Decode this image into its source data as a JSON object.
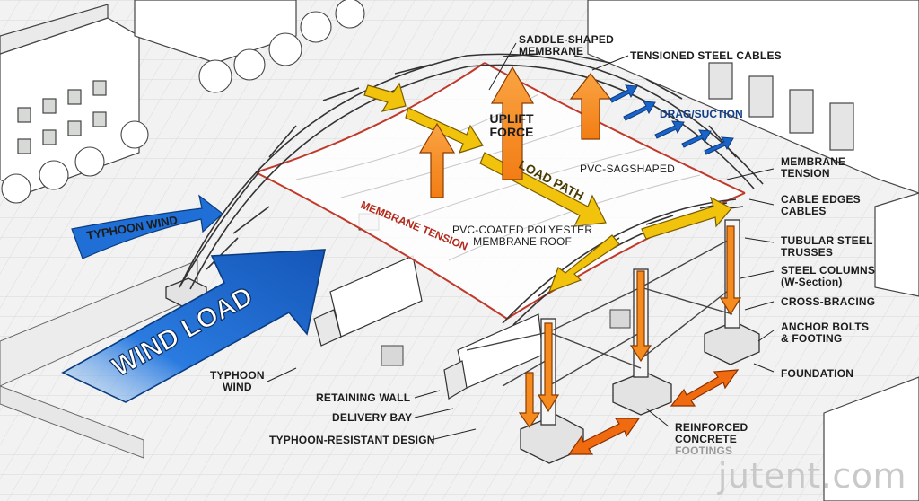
{
  "colors": {
    "background": "#f1f2f1",
    "line": "#3a3a3a",
    "membrane_edge": "#c0392b",
    "uplift_arrow": "#f58a1f",
    "load_path": "#f2c30c",
    "wind_arrow": "#1f6fd6",
    "drag_arrow": "#1a63c9",
    "footing_arrow": "#f06a10"
  },
  "diagram": {
    "arrow_labels": {
      "wind_load": "WIND LOAD",
      "typhoon_wind": "TYPHOON WIND",
      "uplift_force": [
        "UPLIFT",
        "FORCE"
      ],
      "load_path": "LOAD PATH",
      "drag_suction": "DRAG/SUCTION",
      "membrane_tension": "MEMBRANE TENSION"
    },
    "callouts": {
      "saddle_membrane": [
        "SADDLE-SHAPED",
        "MEMBRANE"
      ],
      "tensioned_cables": "TENSIONED STEEL CABLES",
      "pvc_saddle": "PVC-SAGSHAPED",
      "pvc_roof": [
        "PVC-COATED POLYESTER",
        "MEMBRANE ROOF"
      ],
      "membrane_tension_right": [
        "MEMBRANE",
        "TENSION"
      ],
      "cable_edges": [
        "CABLE EDGES",
        "CABLES"
      ],
      "tubular_trusses": [
        "TUBULAR STEEL",
        "TRUSSES"
      ],
      "steel_columns": [
        "STEEL COLUMNS",
        "(W-Section)"
      ],
      "cross_bracing": "CROSS-BRACING",
      "anchor_bolts": [
        "ANCHOR BOLTS",
        "& FOOTING"
      ],
      "foundation": "FOUNDATION",
      "reinforced_footings": [
        "REINFORCED",
        "CONCRETE",
        "FOOTINGS"
      ],
      "typhoon_wind_lower": [
        "TYPHOON",
        "WIND"
      ],
      "retaining_wall": "RETAINING WALL",
      "delivery_bay": "DELIVERY BAY",
      "typhoon_design": "TYPHOON-RESISTANT DESIGN"
    },
    "watermark": "jutent.com"
  }
}
